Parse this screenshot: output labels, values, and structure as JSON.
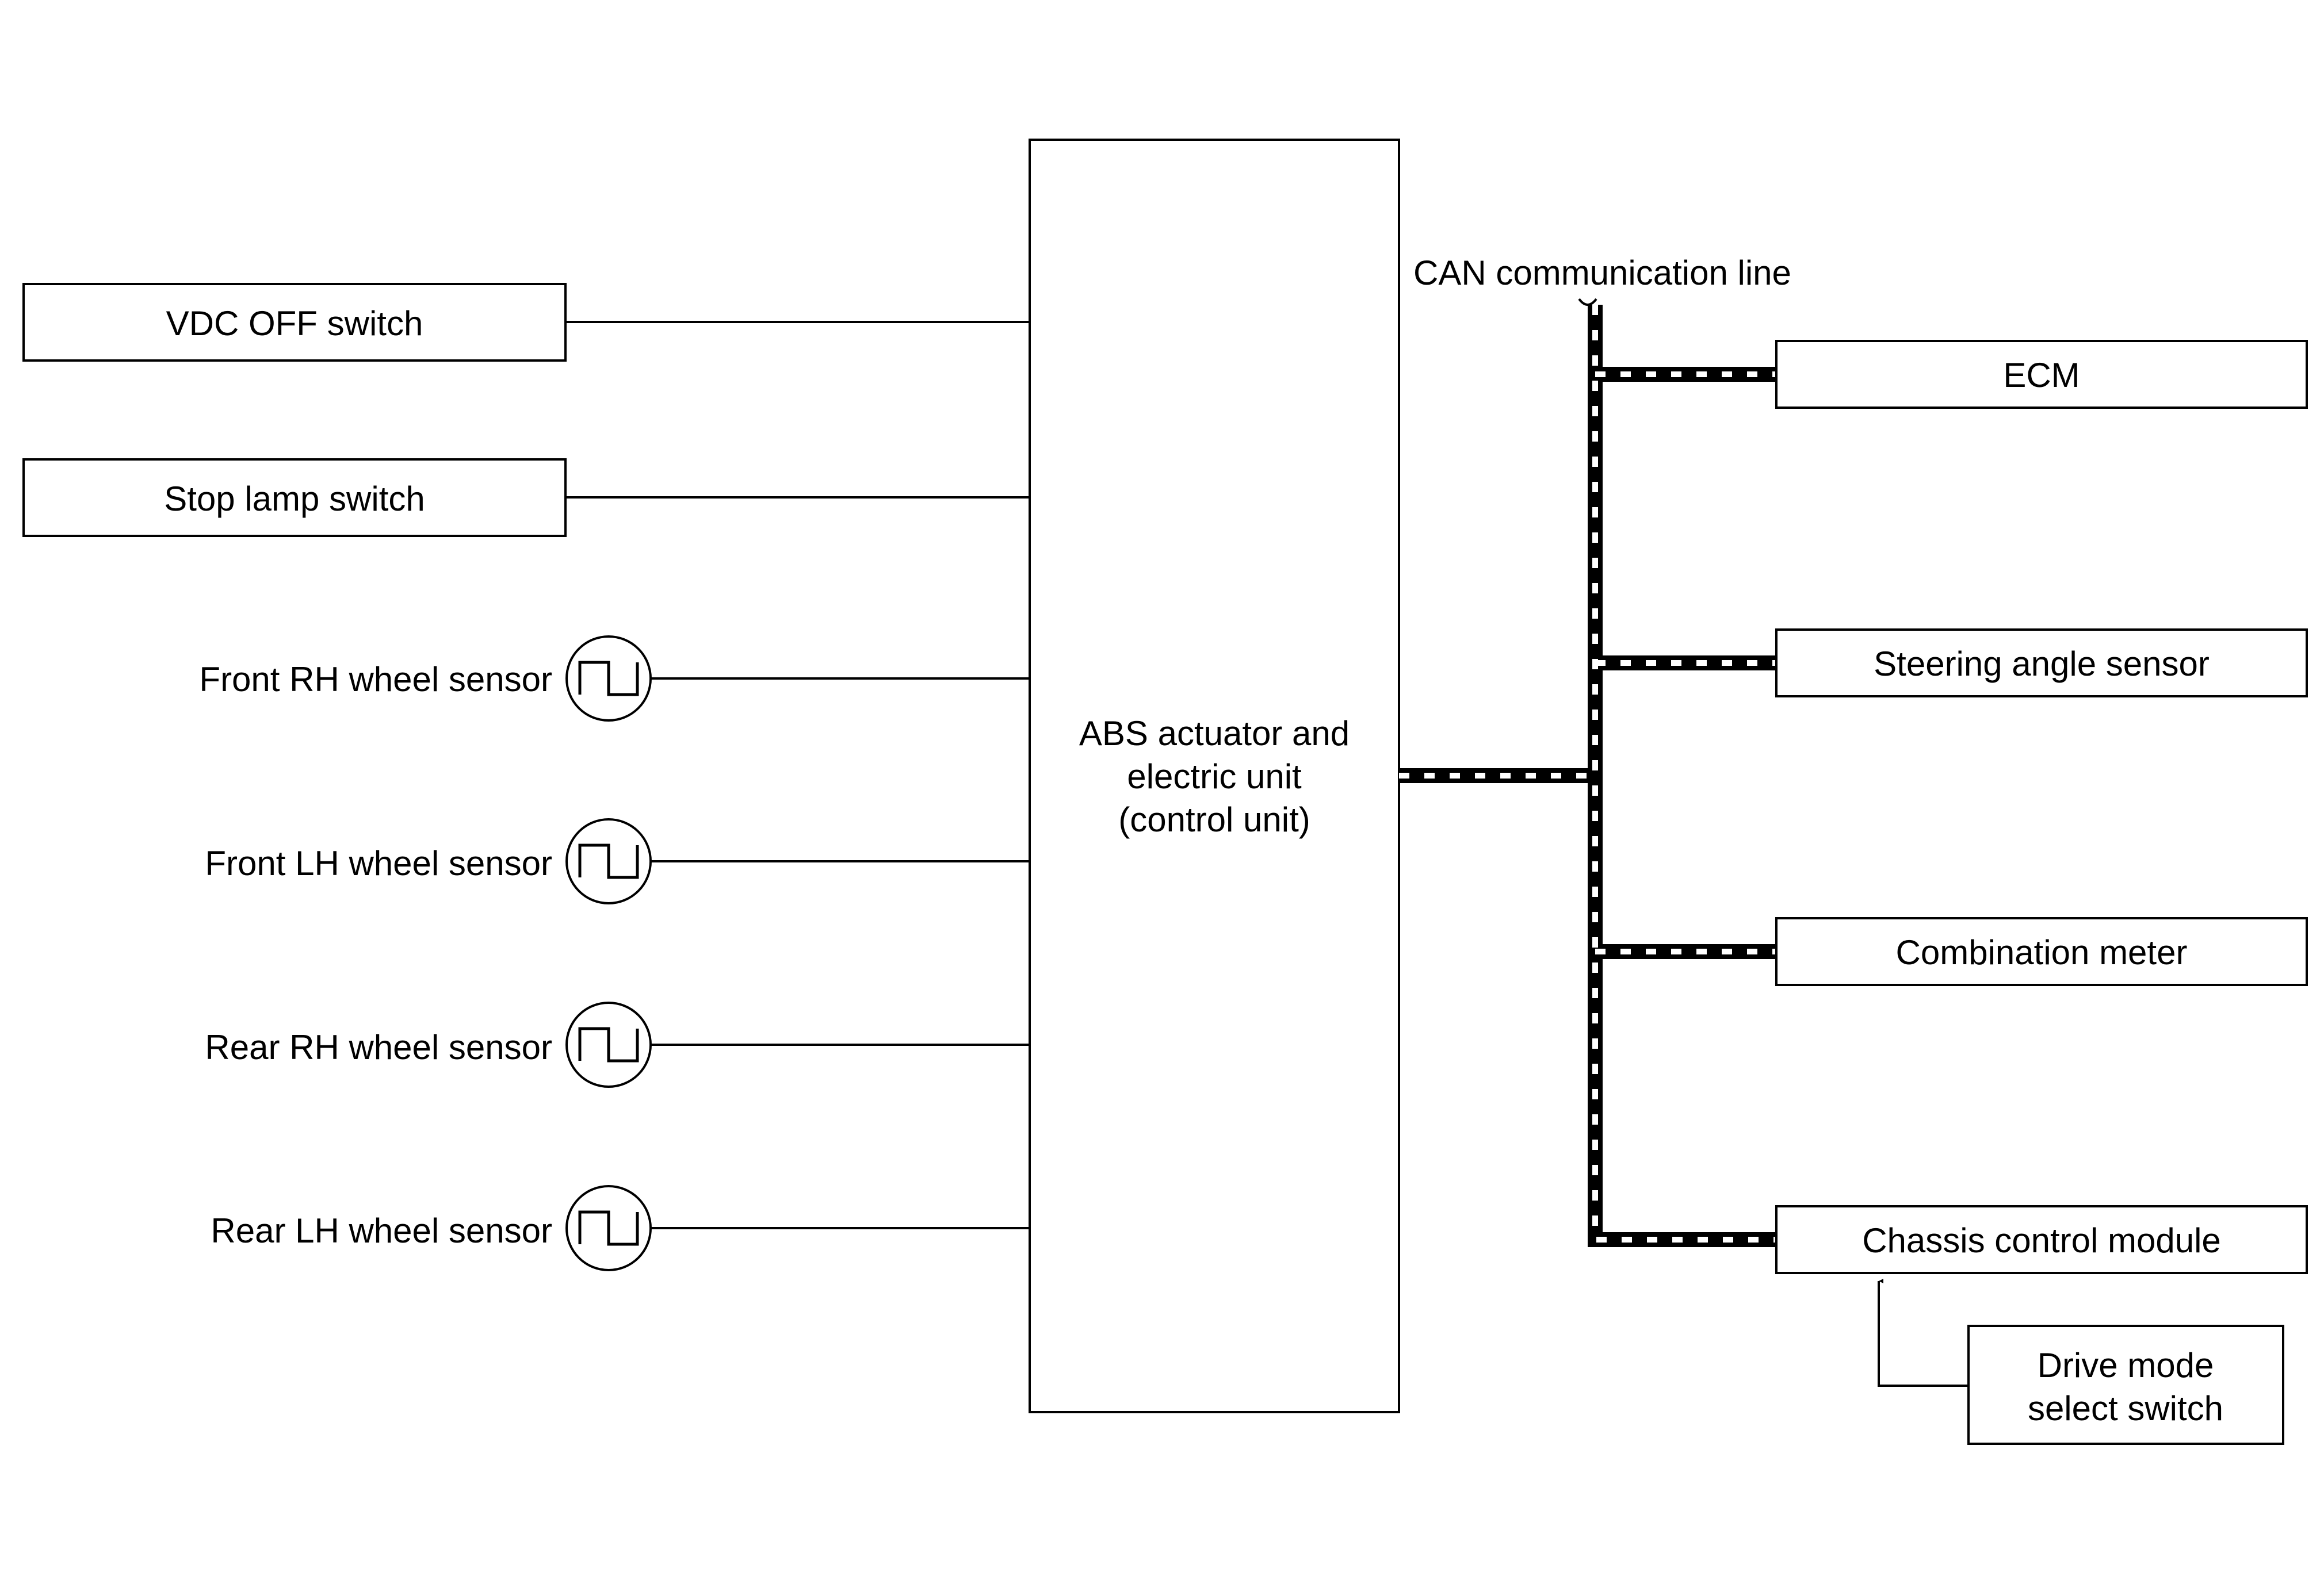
{
  "inputs": {
    "vdc_off_switch": "VDC OFF switch",
    "stop_lamp_switch": "Stop lamp switch",
    "front_rh_wheel_sensor": "Front RH wheel sensor",
    "front_lh_wheel_sensor": "Front LH wheel sensor",
    "rear_rh_wheel_sensor": "Rear RH wheel sensor",
    "rear_lh_wheel_sensor": "Rear LH wheel sensor"
  },
  "control_unit": {
    "line1": "ABS actuator and",
    "line2": "electric unit",
    "line3": "(control unit)"
  },
  "can_bus": {
    "label": "CAN communication line"
  },
  "can_nodes": {
    "ecm": "ECM",
    "steering_angle_sensor": "Steering angle sensor",
    "combination_meter": "Combination meter",
    "chassis_control_module": "Chassis control module"
  },
  "drive_mode_select_switch": {
    "line1": "Drive mode",
    "line2": "select switch"
  }
}
